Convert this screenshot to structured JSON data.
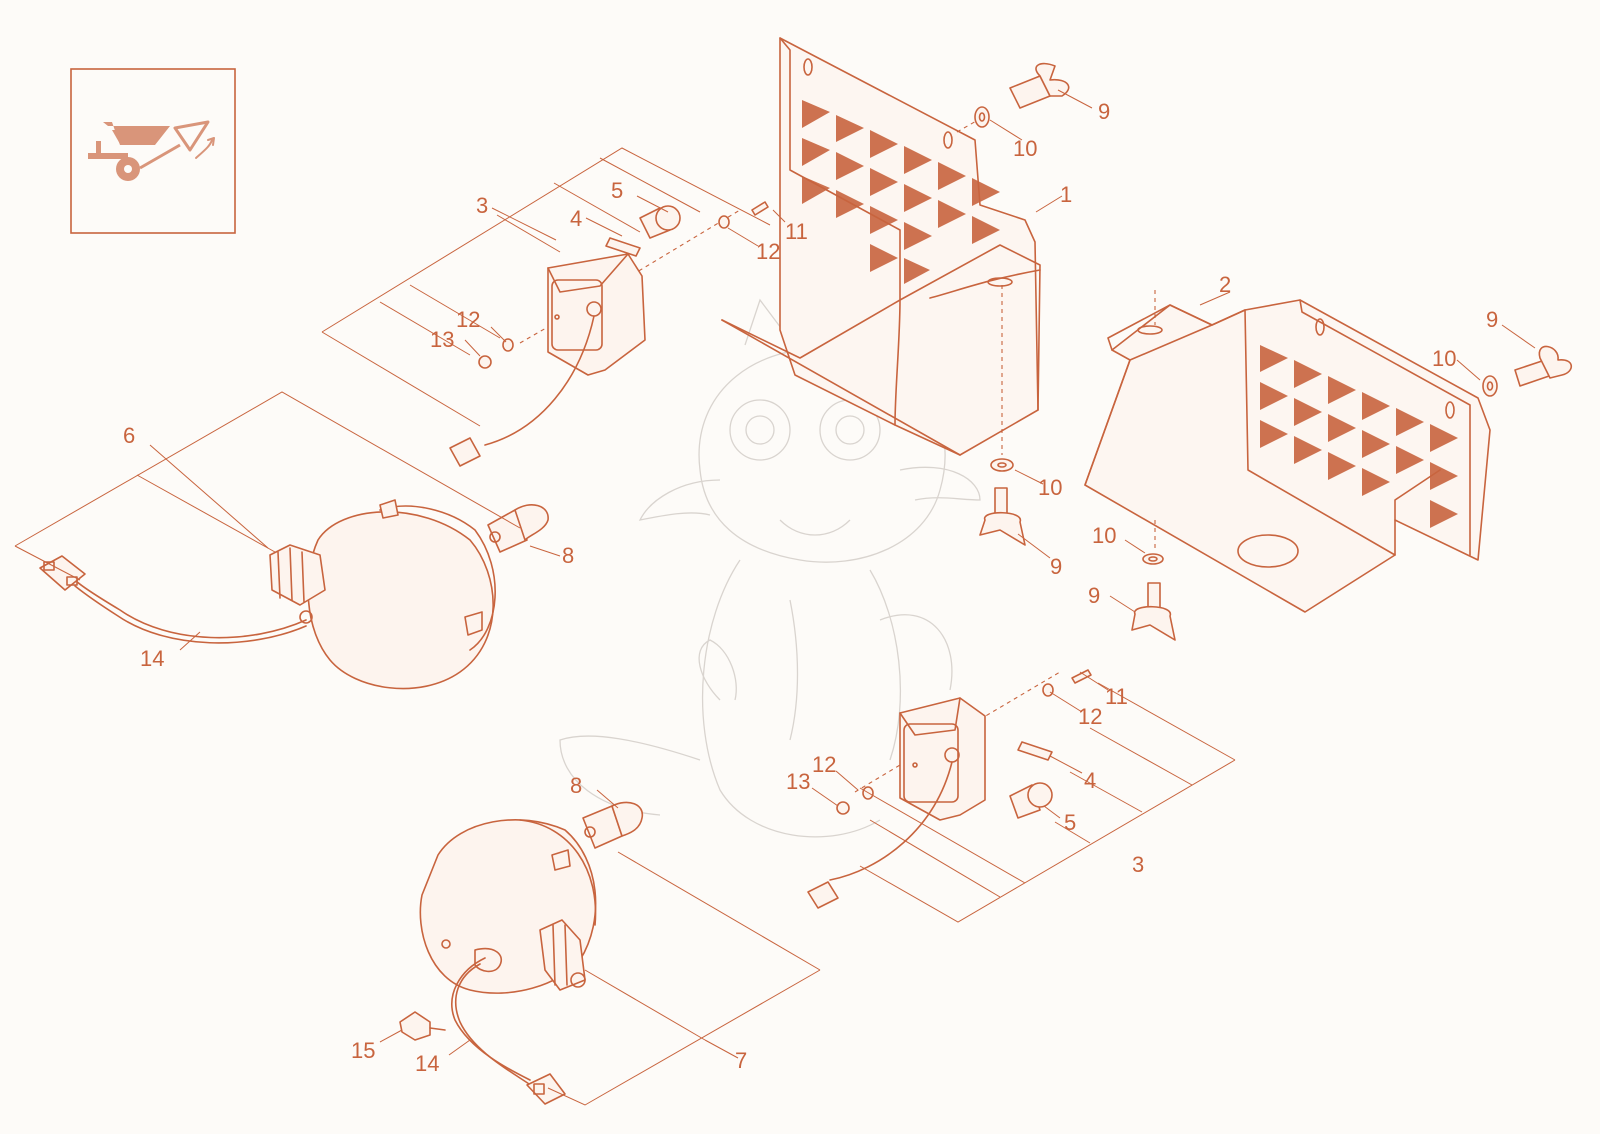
{
  "colors": {
    "line": "#c8643e",
    "background": "#fdfbf8",
    "watermark": "#d9d4cf"
  },
  "icons": {
    "category": "wheelbarrow-tipping-icon",
    "watermark": "baby-dragon-watermark"
  },
  "callouts": [
    {
      "id": "c-9a",
      "label": "9"
    },
    {
      "id": "c-10a",
      "label": "10"
    },
    {
      "id": "c-1",
      "label": "1"
    },
    {
      "id": "c-5a",
      "label": "5"
    },
    {
      "id": "c-3a",
      "label": "3"
    },
    {
      "id": "c-4a",
      "label": "4"
    },
    {
      "id": "c-11a",
      "label": "11"
    },
    {
      "id": "c-12a",
      "label": "12"
    },
    {
      "id": "c-12b",
      "label": "12"
    },
    {
      "id": "c-13a",
      "label": "13"
    },
    {
      "id": "c-2",
      "label": "2"
    },
    {
      "id": "c-9b",
      "label": "9"
    },
    {
      "id": "c-10b",
      "label": "10"
    },
    {
      "id": "c-10c",
      "label": "10"
    },
    {
      "id": "c-6",
      "label": "6"
    },
    {
      "id": "c-8a",
      "label": "8"
    },
    {
      "id": "c-9c",
      "label": "9"
    },
    {
      "id": "c-10d",
      "label": "10"
    },
    {
      "id": "c-9d",
      "label": "9"
    },
    {
      "id": "c-14a",
      "label": "14"
    },
    {
      "id": "c-11b",
      "label": "11"
    },
    {
      "id": "c-12c",
      "label": "12"
    },
    {
      "id": "c-12d",
      "label": "12"
    },
    {
      "id": "c-13b",
      "label": "13"
    },
    {
      "id": "c-4b",
      "label": "4"
    },
    {
      "id": "c-8b",
      "label": "8"
    },
    {
      "id": "c-5b",
      "label": "5"
    },
    {
      "id": "c-3b",
      "label": "3"
    },
    {
      "id": "c-15",
      "label": "15"
    },
    {
      "id": "c-14b",
      "label": "14"
    },
    {
      "id": "c-7",
      "label": "7"
    }
  ]
}
